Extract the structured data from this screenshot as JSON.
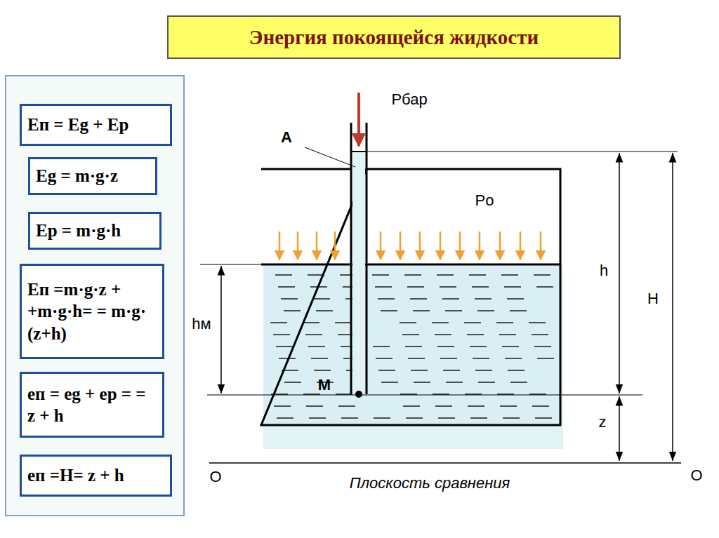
{
  "diagram": {
    "title": "Энергия покоящейся жидкости",
    "nodes": [
      {
        "text": [
          "Eп = Eg + Ep"
        ]
      },
      {
        "text": [
          "Eg = m·g·z"
        ]
      },
      {
        "text": [
          "Ep = m·g·h"
        ]
      },
      {
        "text": [
          "Eп =m·g·z + +m·g·h= = m·g· (z+h)"
        ]
      },
      {
        "text": [
          "eп = eg + ep = = z + h"
        ]
      },
      {
        "text": [
          "eп =H= z + h"
        ]
      }
    ],
    "labels": [
      "Pбар",
      "A",
      "Pо",
      "h",
      "H",
      "hм",
      "M",
      "z",
      "O",
      "O",
      "Плоскость сравнения"
    ]
  }
}
